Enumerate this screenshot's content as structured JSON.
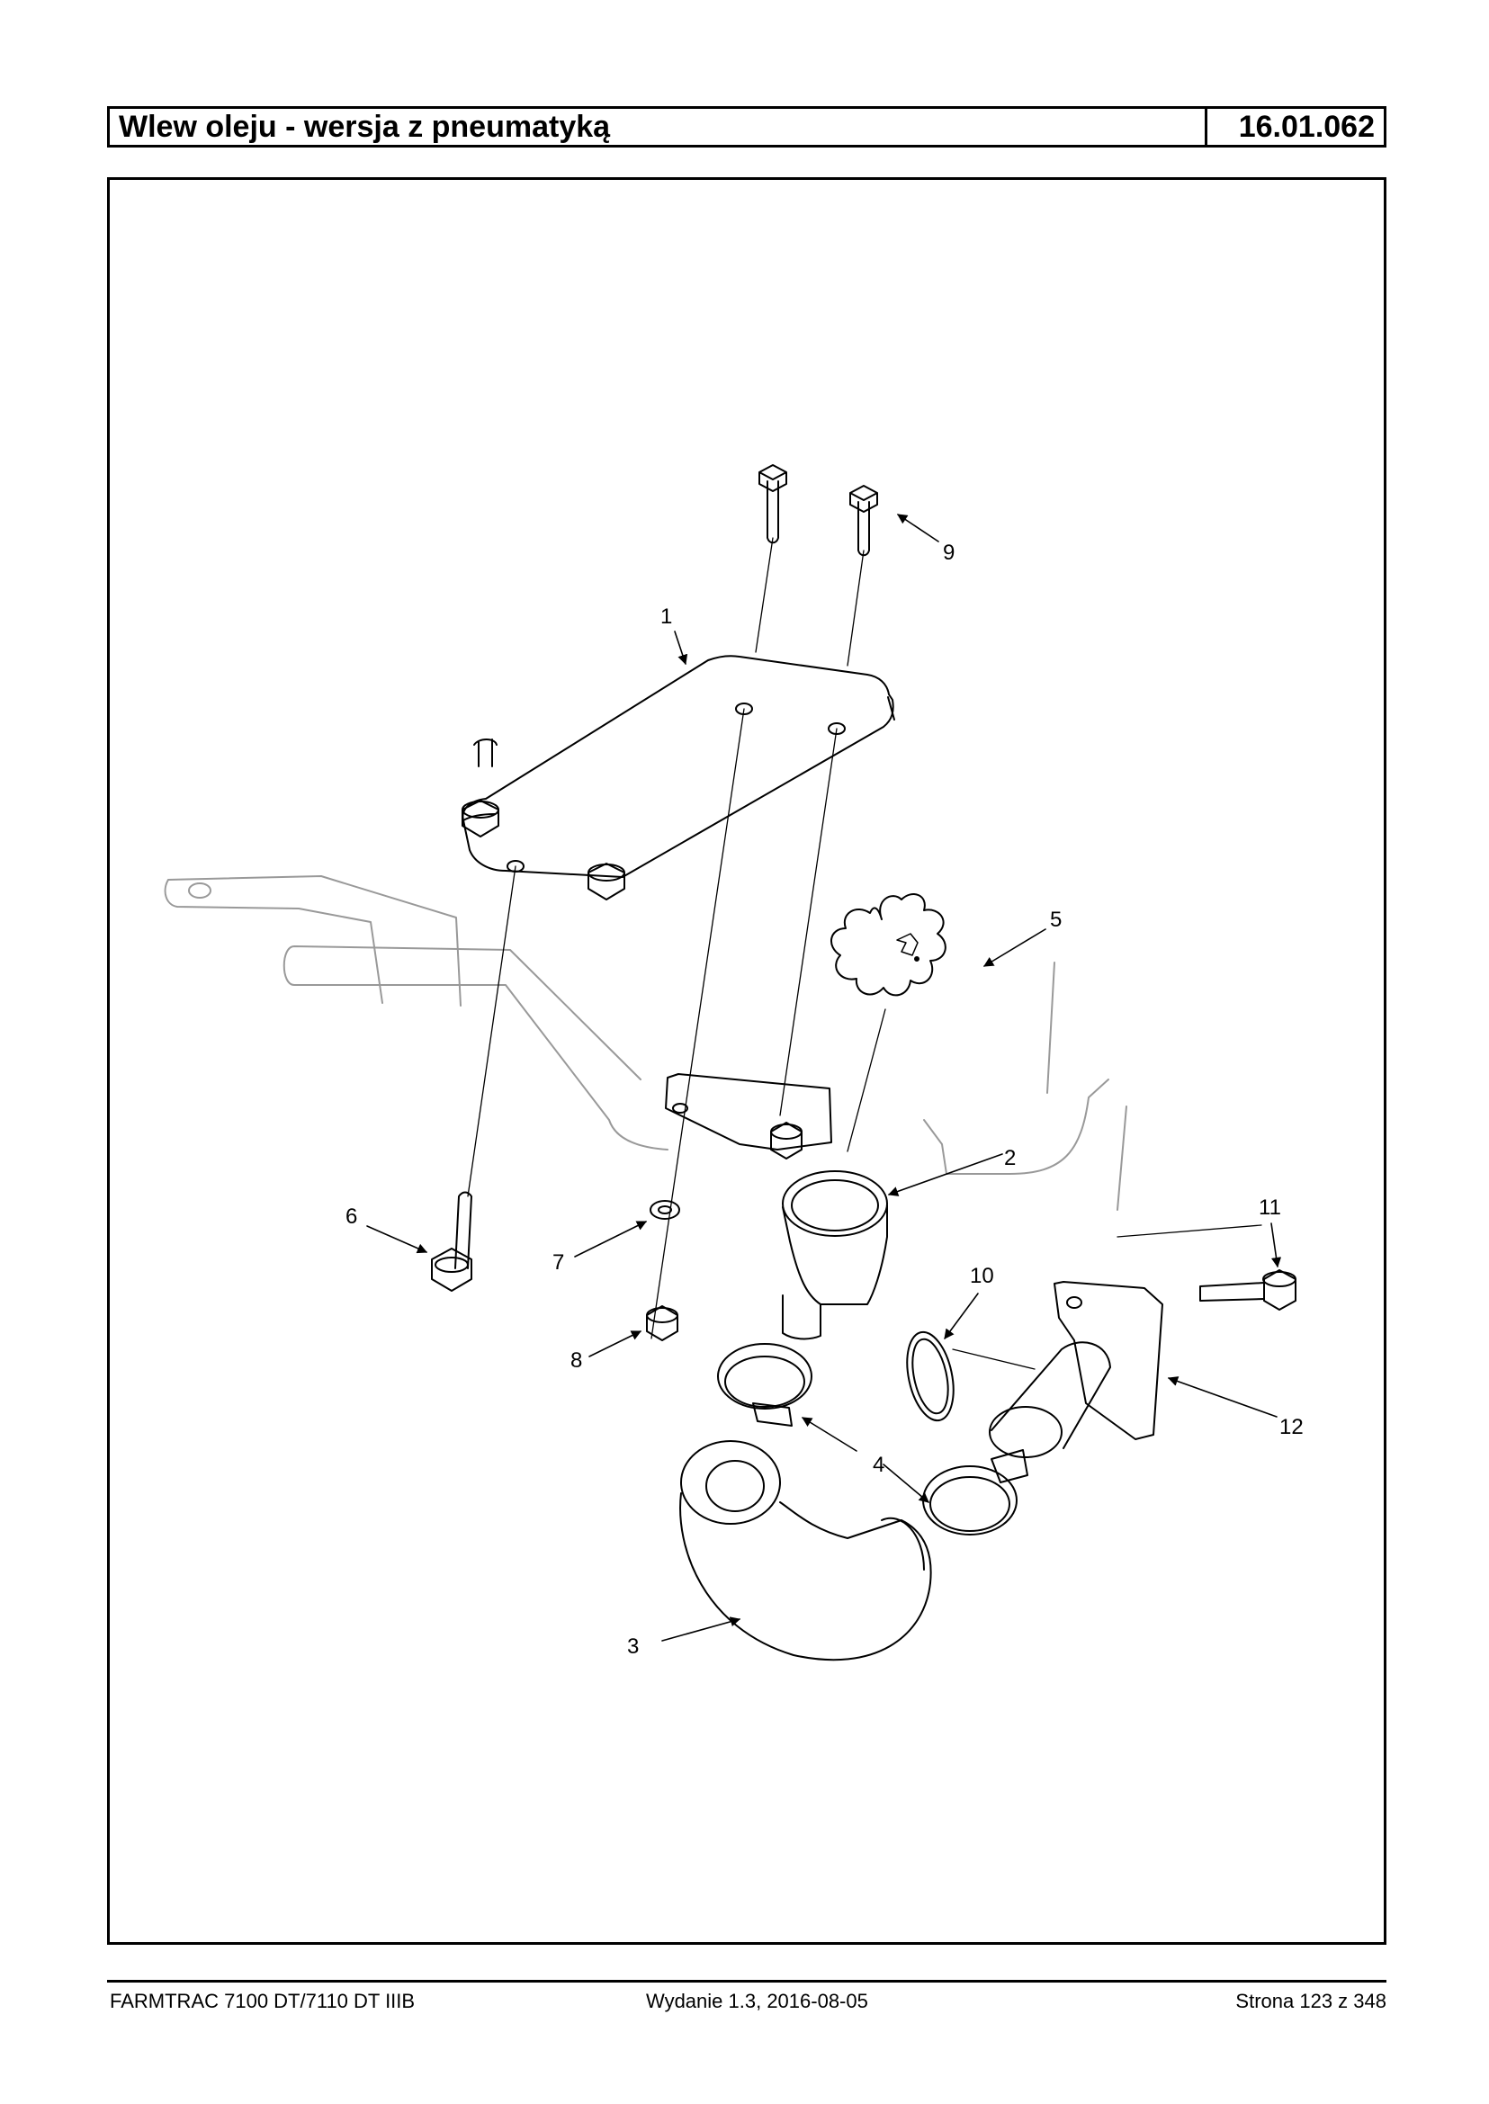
{
  "header": {
    "title": "Wlew oleju - wersja z pneumatyką",
    "code": "16.01.062"
  },
  "figure": {
    "callouts": [
      "1",
      "2",
      "3",
      "4",
      "5",
      "6",
      "7",
      "8",
      "9",
      "10",
      "11",
      "12"
    ]
  },
  "footer": {
    "model": "FARMTRAC 7100 DT/7110 DT IIIB",
    "edition": "Wydanie 1.3,  2016-08-05",
    "page": "Strona 123 z 348"
  }
}
